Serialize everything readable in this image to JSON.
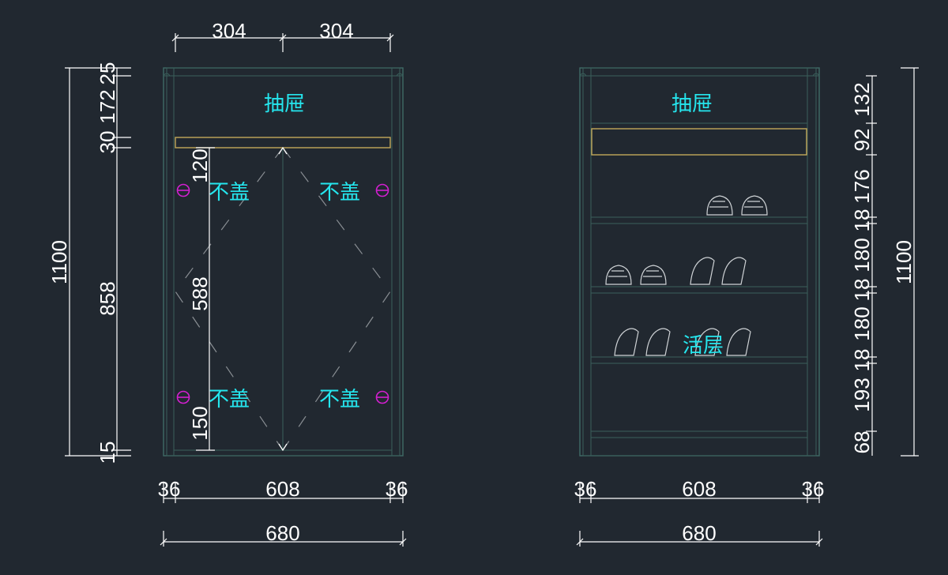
{
  "front_view": {
    "top_dims": [
      "304",
      "304"
    ],
    "left_outer_total": "1100",
    "left_outer_segments": [
      "25",
      "172",
      "30",
      "858",
      "15"
    ],
    "inner_dims": [
      "120",
      "588",
      "150"
    ],
    "labels": {
      "drawer": "抽屉",
      "no_cover": "不盖"
    },
    "bottom_dims": [
      "36",
      "608",
      "36"
    ],
    "overall_width": "680"
  },
  "side_view": {
    "labels": {
      "drawer": "抽屉",
      "shelf": "活层"
    },
    "right_segments": [
      "132",
      "92",
      "176",
      "18",
      "180",
      "18",
      "180",
      "18",
      "193",
      "68"
    ],
    "right_total": "1100",
    "bottom_dims": [
      "36",
      "608",
      "36"
    ],
    "overall_width": "680"
  },
  "colors": {
    "background": "#212830",
    "dimension_text": "#ffffff",
    "label_text": "#25e6ee",
    "cabinet_lines": "#3f6b66",
    "drawer_outline": "#c4a85a",
    "hinge_marker": "#d21fcf"
  }
}
